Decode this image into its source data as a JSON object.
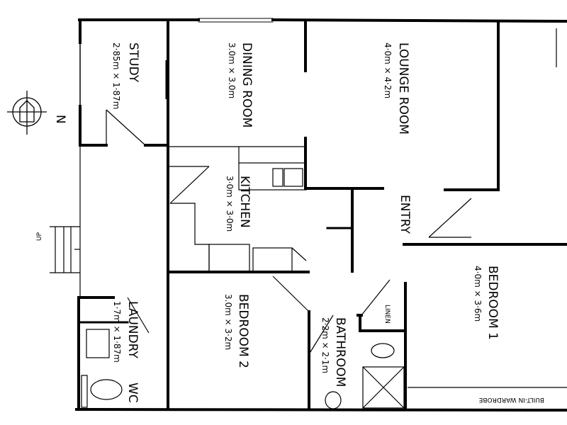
{
  "compass": {
    "north_label": "N"
  },
  "stairs": {
    "label": "UP"
  },
  "rooms": [
    {
      "name": "STUDY",
      "size": "2·85m × 1·87m"
    },
    {
      "name": "DINING ROOM",
      "size": "3.0m × 3.0m"
    },
    {
      "name": "LOUNGE ROOM",
      "size": "4·0m × 4·2m"
    },
    {
      "name": "KITCHEN",
      "size": "3·0m × 3·0m"
    },
    {
      "name": "ENTRY",
      "size": ""
    },
    {
      "name": "BEDROOM 1",
      "size": "4·0m × 3·6m"
    },
    {
      "name": "BEDROOM 2",
      "size": "3.0m × 3·2m"
    },
    {
      "name": "BATHROOM",
      "size": "2·2m × 2·1m"
    },
    {
      "name": "LAUNDRY",
      "size": "1·7m × 1·87m"
    },
    {
      "name": "WC",
      "size": ""
    }
  ],
  "fixtures": {
    "linen": "LINEN",
    "wardrobe": "BUILT-IN WARDROBE"
  }
}
